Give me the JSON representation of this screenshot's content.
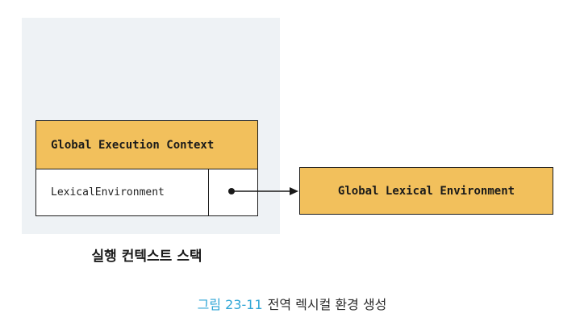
{
  "execution_context": {
    "header": "Global Execution Context",
    "field_label": "LexicalEnvironment"
  },
  "lexical_environment": {
    "label": "Global Lexical Environment"
  },
  "stack_label": "실행 컨텍스트 스택",
  "caption": {
    "figure_number": "그림 23-11",
    "text": "전역 렉시컬 환경 생성"
  },
  "colors": {
    "box_fill": "#f2c05c",
    "stack_background": "#eef2f5",
    "figure_number": "#2fa6d6"
  }
}
